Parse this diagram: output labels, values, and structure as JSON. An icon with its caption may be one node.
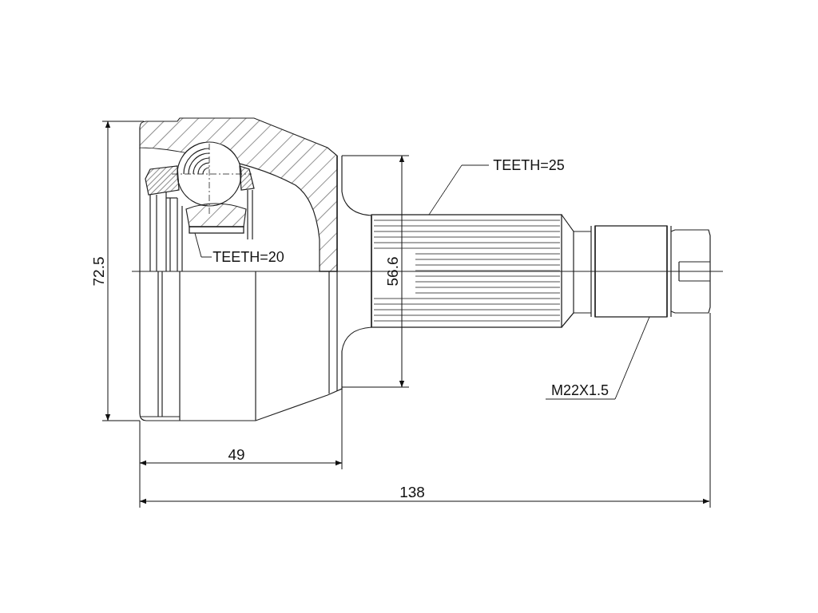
{
  "diagram": {
    "nodes": [
      {
        "text": [
          "TEETH=25"
        ]
      },
      {
        "text": [],
        "shape": "box"
      },
      {
        "text": [
          "TEETH=20"
        ]
      },
      {
        "text": [],
        "shape": "box"
      },
      {
        "text": [
          "M22X1.5"
        ]
      },
      {
        "text": [],
        "shape": "box"
      }
    ],
    "edges": [
      {
        "from": 0,
        "to": 1,
        "arrow": "none"
      },
      {
        "from": 2,
        "to": 3,
        "arrow": "none"
      },
      {
        "from": 4,
        "to": 5,
        "arrow": "none"
      }
    ],
    "labels": [
      "72.5",
      "56.6",
      "49",
      "138"
    ]
  }
}
